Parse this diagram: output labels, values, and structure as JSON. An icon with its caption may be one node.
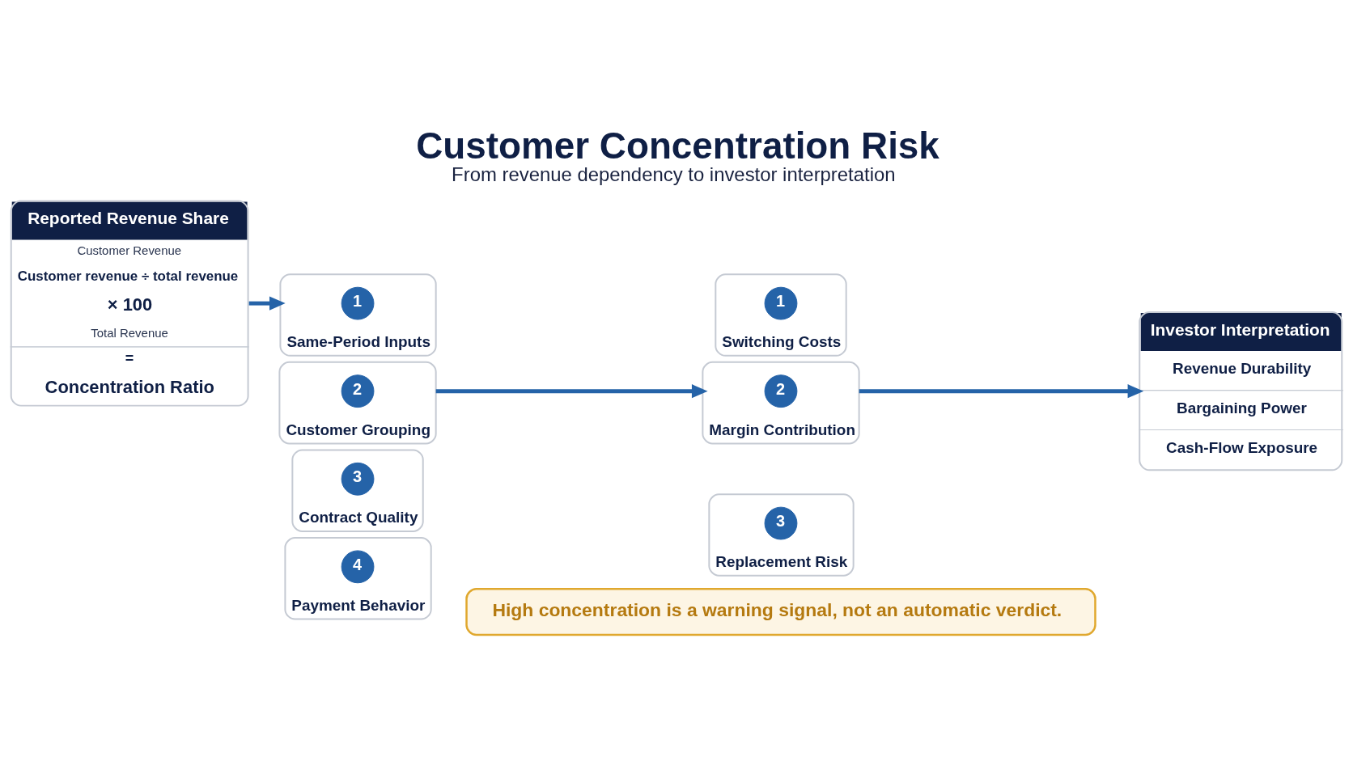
{
  "diagram": {
    "title": "Customer Concentration Risk",
    "caption": "From revenue dependency to investor interpretation",
    "nodes": [
      {
        "text": [
          "Reported Revenue Share",
          "Customer Revenue",
          "Customer revenue ÷ total revenue",
          "× 100",
          "Total Revenue",
          "=",
          "Concentration Ratio"
        ]
      },
      {
        "text": [
          "Same-Period Inputs"
        ]
      },
      {
        "text": [
          "1"
        ],
        "in": 1
      },
      {
        "text": [
          "Customer Grouping"
        ]
      },
      {
        "text": [
          "2"
        ],
        "in": 3
      },
      {
        "text": [
          "Contract Quality"
        ]
      },
      {
        "text": [
          "3"
        ],
        "in": 5
      },
      {
        "text": [
          "Payment Behavior"
        ]
      },
      {
        "text": [
          "4"
        ],
        "in": 7
      },
      {
        "text": [
          "Switching Costs"
        ]
      },
      {
        "text": [
          "1"
        ],
        "in": 9
      },
      {
        "text": [
          "Margin Contribution"
        ]
      },
      {
        "text": [
          "2"
        ],
        "in": 11
      },
      {
        "text": [
          "Replacement Risk"
        ]
      },
      {
        "text": [
          "3"
        ],
        "in": 13
      },
      {
        "text": [
          "Investor Interpretation",
          "Revenue Durability",
          "Bargaining Power",
          "Cash-Flow Exposure"
        ]
      },
      {
        "text": [
          "High concentration is a warning signal, not an automatic verdict."
        ]
      }
    ],
    "edges": [
      {
        "from": 0,
        "to": 1,
        "arrow": "to"
      },
      {
        "from": 3,
        "to": 11,
        "arrow": "to"
      },
      {
        "from": 11,
        "to": 15,
        "arrow": "to"
      }
    ]
  }
}
